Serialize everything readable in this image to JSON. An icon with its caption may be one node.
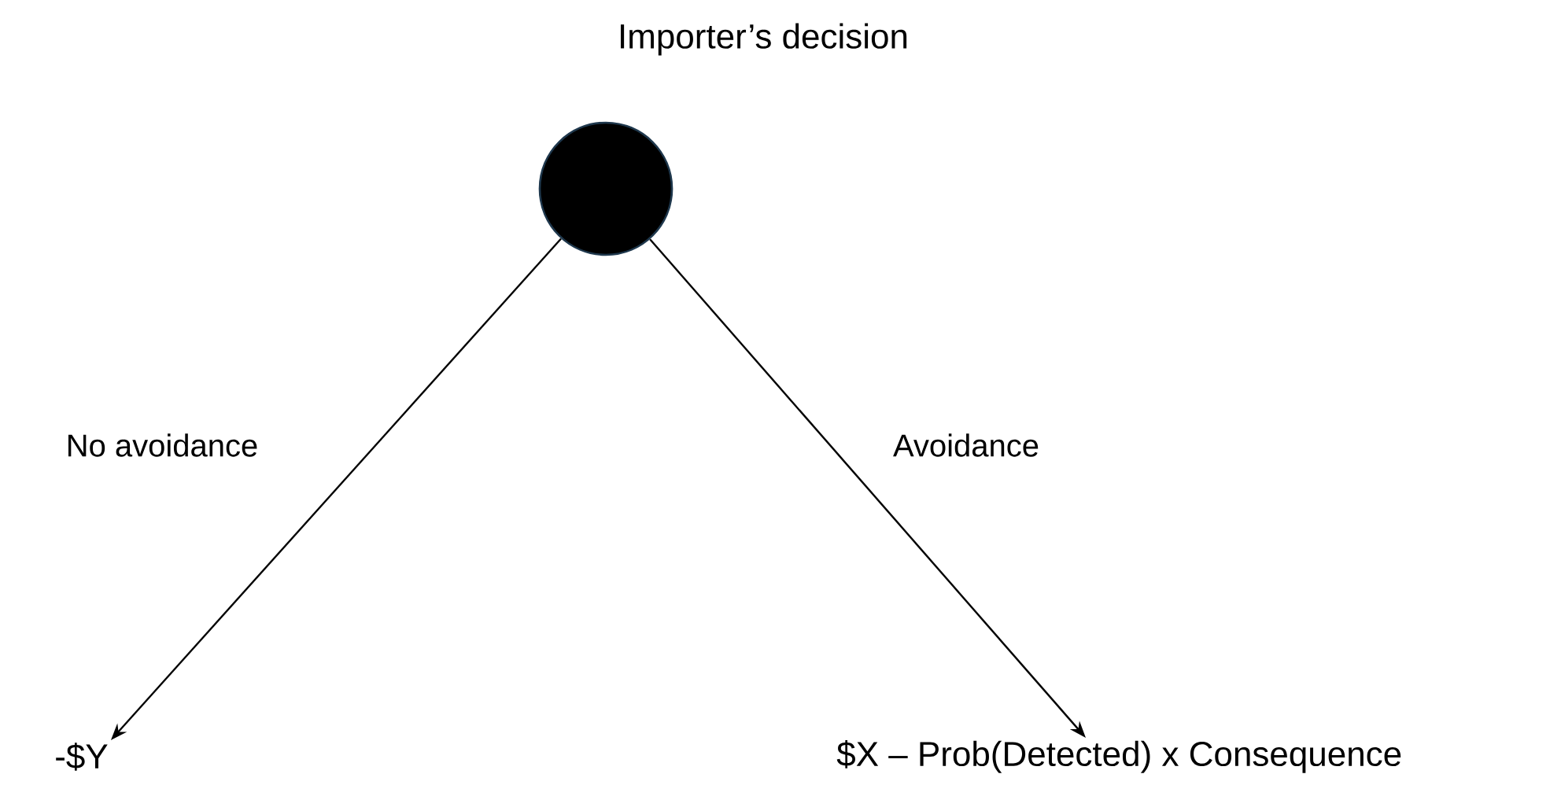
{
  "diagram": {
    "nodes": [
      {
        "text": [
          "Importer’s decision"
        ]
      },
      {
        "text": [
          "-$Y"
        ]
      },
      {
        "text": [
          "$X – Prob(Detected) x Consequence"
        ]
      }
    ],
    "edges": [
      {
        "from": 0,
        "to": 1,
        "arrow": "to",
        "label": "No avoidance"
      },
      {
        "from": 0,
        "to": 2,
        "arrow": "to",
        "label": "Avoidance"
      }
    ]
  }
}
